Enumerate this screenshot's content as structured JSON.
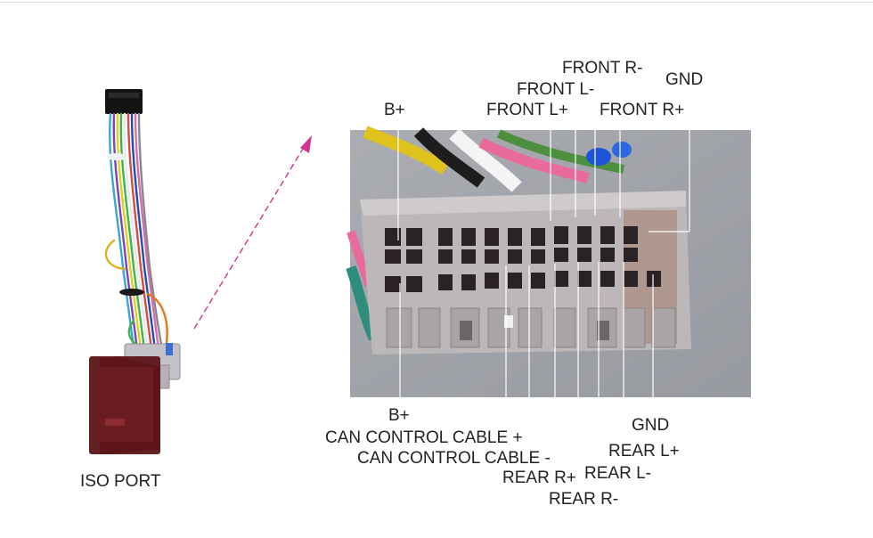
{
  "iso_port_label": "ISO PORT",
  "top_labels": {
    "front_r_minus": "FRONT R-",
    "gnd": "GND",
    "front_l_minus": "FRONT L-",
    "b_plus": "B+",
    "front_l_plus": "FRONT L+",
    "front_r_plus": "FRONT R+"
  },
  "bottom_labels": {
    "b_plus": "B+",
    "gnd": "GND",
    "can_plus": "CAN CONTROL CABLE +",
    "rear_l_plus": "REAR L+",
    "can_minus": "CAN CONTROL CABLE -",
    "rear_r_plus": "REAR R+",
    "rear_l_minus": "REAR L-",
    "rear_r_minus": "REAR R-"
  },
  "colors": {
    "arrow": "#d0358f",
    "leader": "#ffffff",
    "photo_bg": "#9fa1a8",
    "connector": "#b9b6b9"
  }
}
